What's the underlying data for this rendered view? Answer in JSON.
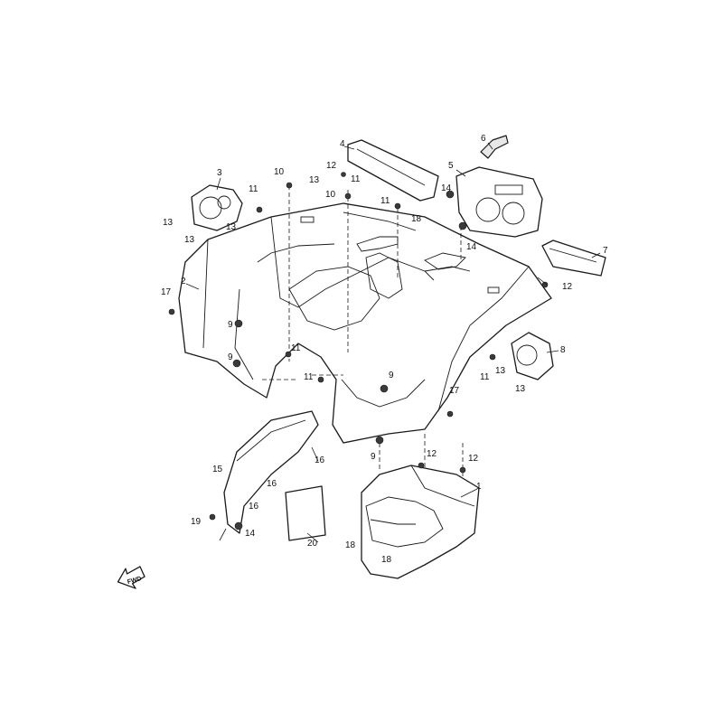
{
  "diagram": {
    "callouts": [
      {
        "label": "1"
      },
      {
        "label": "2"
      },
      {
        "label": "3"
      },
      {
        "label": "4"
      },
      {
        "label": "5"
      },
      {
        "label": "6"
      },
      {
        "label": "7"
      },
      {
        "label": "8"
      },
      {
        "label": "9"
      },
      {
        "label": "9"
      },
      {
        "label": "9"
      },
      {
        "label": "9"
      },
      {
        "label": "10"
      },
      {
        "label": "10"
      },
      {
        "label": "11"
      },
      {
        "label": "11"
      },
      {
        "label": "11"
      },
      {
        "label": "11"
      },
      {
        "label": "11"
      },
      {
        "label": "11"
      },
      {
        "label": "12"
      },
      {
        "label": "12"
      },
      {
        "label": "12"
      },
      {
        "label": "12"
      },
      {
        "label": "13"
      },
      {
        "label": "13"
      },
      {
        "label": "13"
      },
      {
        "label": "13"
      },
      {
        "label": "13"
      },
      {
        "label": "13"
      },
      {
        "label": "14"
      },
      {
        "label": "14"
      },
      {
        "label": "14"
      },
      {
        "label": "15"
      },
      {
        "label": "16"
      },
      {
        "label": "16"
      },
      {
        "label": "16"
      },
      {
        "label": "17"
      },
      {
        "label": "17"
      },
      {
        "label": "18"
      },
      {
        "label": "18"
      },
      {
        "label": "18"
      },
      {
        "label": "19"
      },
      {
        "label": "20"
      }
    ],
    "direction_arrow": {
      "label": "FWD"
    }
  }
}
